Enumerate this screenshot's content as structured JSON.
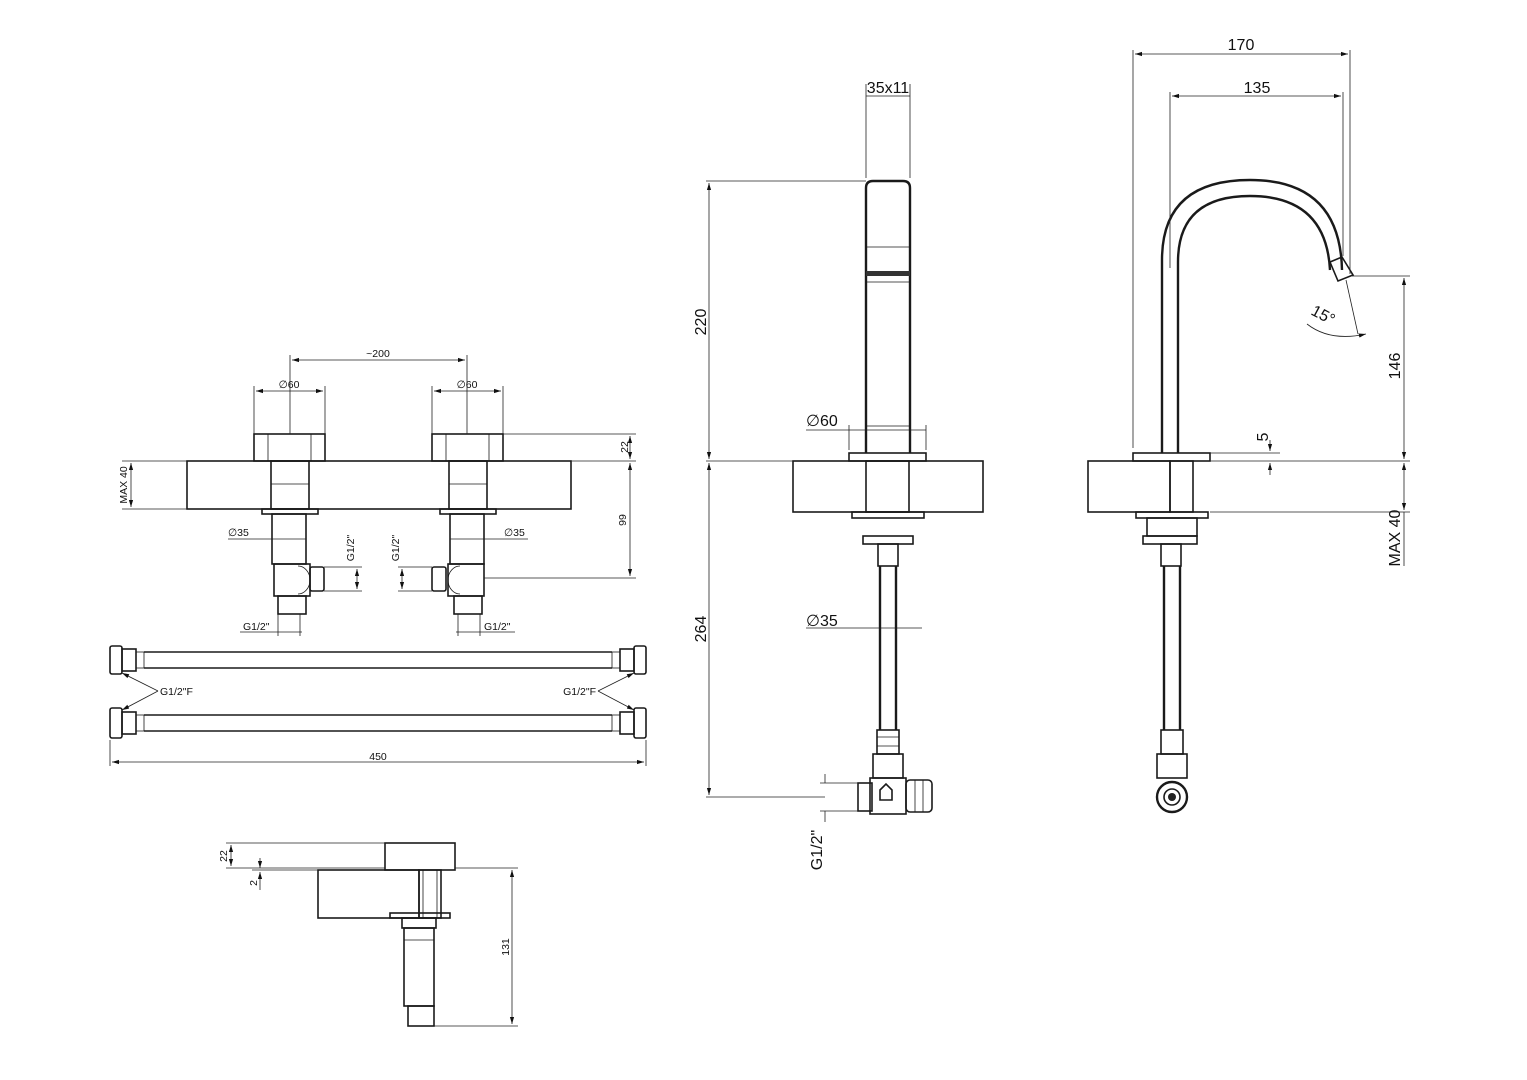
{
  "diagram": {
    "labels": {
      "spout_width": "35x11",
      "spout_height": "220",
      "spout_base_diameter": "∅60",
      "spout_below_height": "264",
      "spout_pipe_diameter": "∅35",
      "spout_connection": "G1/2\"",
      "side_width_total": "170",
      "side_width_outlet": "135",
      "side_angle": "15°",
      "side_outlet_height": "146",
      "side_flange_thickness": "5",
      "side_max_deck": "MAX 40",
      "valves_spacing": "~200",
      "valve_left_diameter": "∅60",
      "valve_right_diameter": "∅60",
      "valves_handle_height": "22",
      "valves_max_deck": "MAX 40",
      "valves_drop": "99",
      "valve_left_shank": "∅35",
      "valve_right_shank": "∅35",
      "valve_left_outlet": "G1/2\"",
      "valve_right_outlet": "G1/2\"",
      "valve_left_inlet": "G1/2\"",
      "valve_right_inlet": "G1/2\"",
      "hose_left_fitting": "G1/2\"F",
      "hose_right_fitting": "G1/2\"F",
      "hose_length": "450",
      "detail_handle_height": "22",
      "detail_flange": "2",
      "detail_total_height": "131"
    }
  }
}
